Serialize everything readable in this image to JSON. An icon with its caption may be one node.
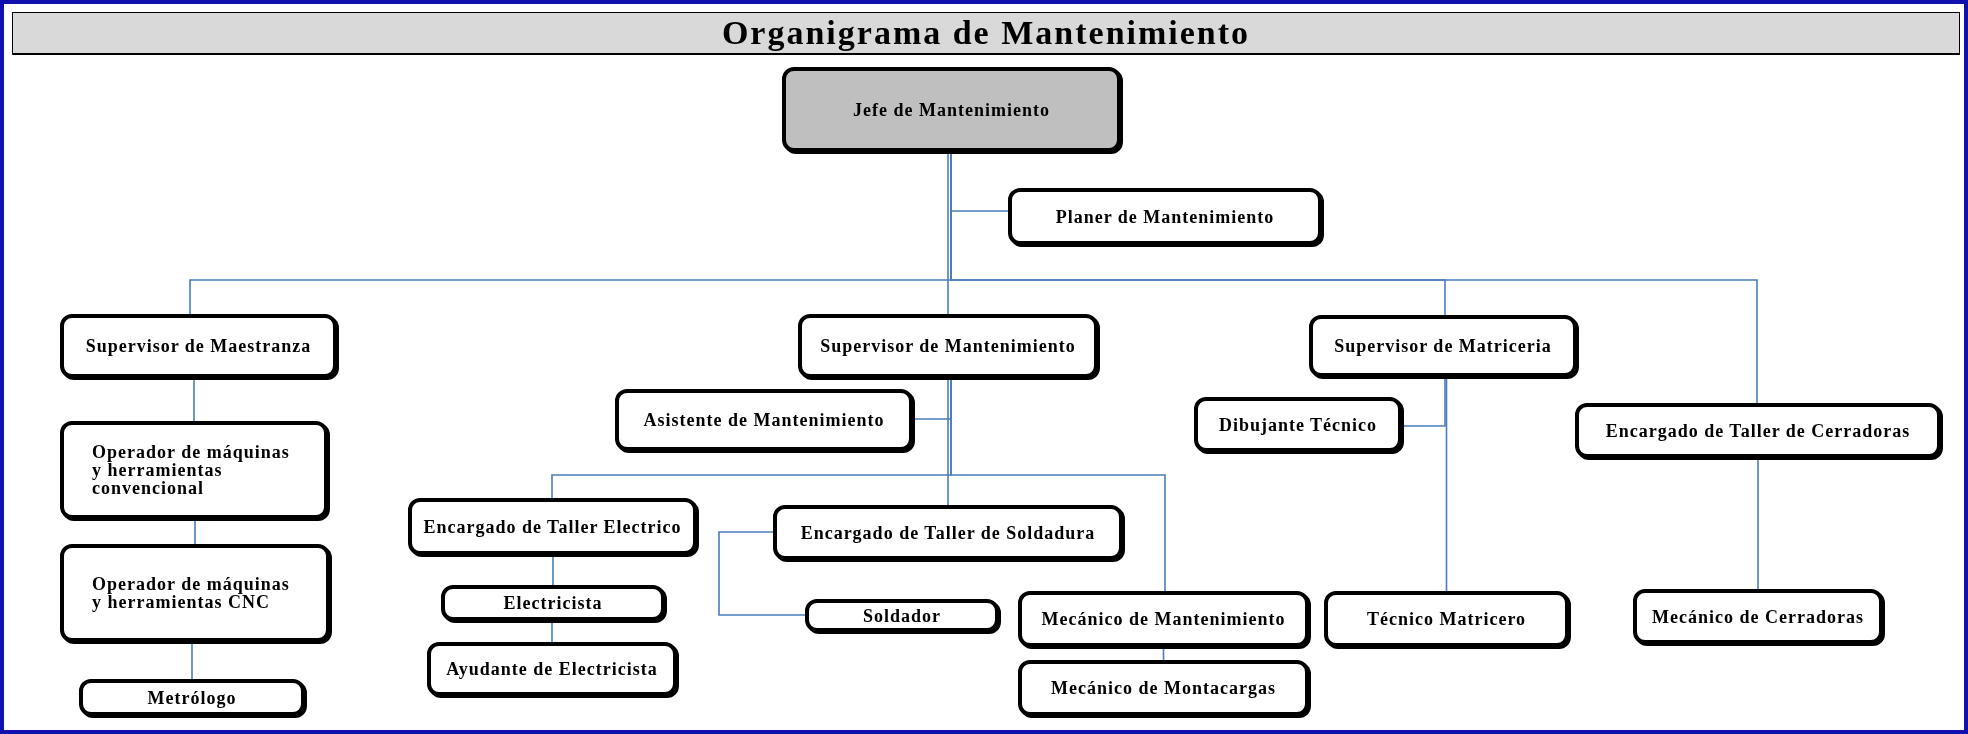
{
  "diagram": {
    "title": "Organigrama de Mantenimiento",
    "nodes": [
      {
        "text": [
          "Jefe de Mantenimiento"
        ]
      },
      {
        "text": [
          "Planer de Mantenimiento"
        ]
      },
      {
        "text": [
          "Supervisor de Maestranza"
        ]
      },
      {
        "text": [
          "Supervisor de Mantenimiento"
        ]
      },
      {
        "text": [
          "Supervisor de Matriceria"
        ]
      },
      {
        "text": [
          "Encargado de Taller de Cerradoras"
        ]
      },
      {
        "text": [
          "Operador de máquinas y herramientas convencional"
        ]
      },
      {
        "text": [
          "Operador de máquinas y herramientas CNC"
        ]
      },
      {
        "text": [
          "Metrólogo"
        ]
      },
      {
        "text": [
          "Asistente de Mantenimiento"
        ]
      },
      {
        "text": [
          "Encargado de Taller Electrico"
        ]
      },
      {
        "text": [
          "Electricista"
        ]
      },
      {
        "text": [
          "Ayudante de Electricista"
        ]
      },
      {
        "text": [
          "Encargado de Taller de Soldadura"
        ]
      },
      {
        "text": [
          "Soldador"
        ]
      },
      {
        "text": [
          "Mecánico de Mantenimiento"
        ]
      },
      {
        "text": [
          "Mecánico de Montacargas"
        ]
      },
      {
        "text": [
          "Dibujante Técnico"
        ]
      },
      {
        "text": [
          "Técnico Matricero"
        ]
      },
      {
        "text": [
          "Mecánico de Cerradoras"
        ]
      }
    ],
    "edges": [
      {
        "from": 0,
        "to": 1,
        "arrow": "none"
      },
      {
        "from": 0,
        "to": 2,
        "arrow": "none"
      },
      {
        "from": 0,
        "to": 3,
        "arrow": "none"
      },
      {
        "from": 0,
        "to": 4,
        "arrow": "none"
      },
      {
        "from": 0,
        "to": 5,
        "arrow": "none"
      },
      {
        "from": 2,
        "to": 6,
        "arrow": "none"
      },
      {
        "from": 6,
        "to": 7,
        "arrow": "none"
      },
      {
        "from": 7,
        "to": 8,
        "arrow": "none"
      },
      {
        "from": 3,
        "to": 9,
        "arrow": "none"
      },
      {
        "from": 3,
        "to": 10,
        "arrow": "none"
      },
      {
        "from": 3,
        "to": 13,
        "arrow": "none"
      },
      {
        "from": 3,
        "to": 15,
        "arrow": "none"
      },
      {
        "from": 10,
        "to": 11,
        "arrow": "none"
      },
      {
        "from": 11,
        "to": 12,
        "arrow": "none"
      },
      {
        "from": 13,
        "to": 14,
        "arrow": "none"
      },
      {
        "from": 15,
        "to": 16,
        "arrow": "none"
      },
      {
        "from": 4,
        "to": 17,
        "arrow": "none"
      },
      {
        "from": 4,
        "to": 18,
        "arrow": "none"
      },
      {
        "from": 5,
        "to": 19,
        "arrow": "none"
      }
    ]
  }
}
